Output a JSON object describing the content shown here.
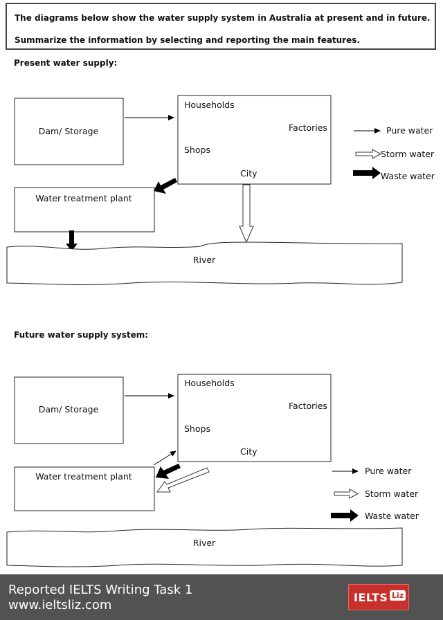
{
  "task": {
    "line1": "The diagrams below show the water supply system in Australia at present and in future.",
    "line2": "Summarize the information by selecting and reporting the main features."
  },
  "present": {
    "title": "Present water supply:",
    "dam": "Dam/ Storage",
    "households": "Households",
    "factories": "Factories",
    "shops": "Shops",
    "city": "City",
    "treatment": "Water treatment plant",
    "river": "River"
  },
  "future": {
    "title": "Future water supply system:",
    "dam": "Dam/ Storage",
    "households": "Households",
    "factories": "Factories",
    "shops": "Shops",
    "city": "City",
    "treatment": "Water treatment plant",
    "river": "River"
  },
  "legend": {
    "pure": "Pure water",
    "storm": "Storm water",
    "waste": "Waste water"
  },
  "footer": {
    "line1": "Reported IELTS Writing Task 1",
    "line2": "www.ieltsliz.com",
    "logo_main": "IELTS",
    "logo_tag": "Liz"
  },
  "colors": {
    "footer_bg": "#525252",
    "logo_red": "#c9302c"
  }
}
